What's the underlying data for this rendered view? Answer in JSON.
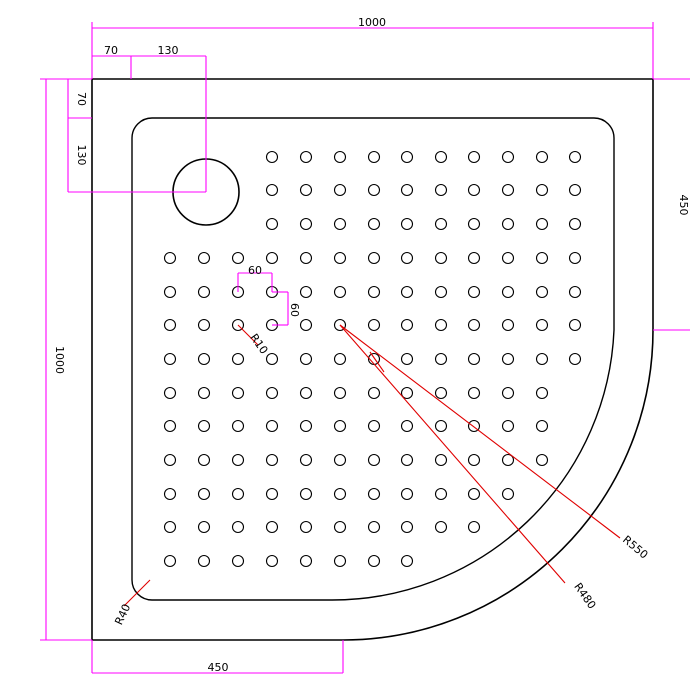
{
  "dimensions": {
    "overall_width": "1000",
    "overall_height": "1000",
    "drain_offset_x": "70",
    "drain_span_x": "130",
    "drain_offset_y": "70",
    "drain_span_y": "130",
    "right_straight": "450",
    "bottom_straight": "450",
    "hole_pitch_x": "60",
    "hole_pitch_y": "60",
    "hole_radius": "R10",
    "corner_radius": "R40",
    "inner_arc_radius": "R480",
    "outer_arc_radius": "R550"
  },
  "colors": {
    "outline": "#000000",
    "dimension": "#ff00ff",
    "radius_leader": "#e00000"
  }
}
